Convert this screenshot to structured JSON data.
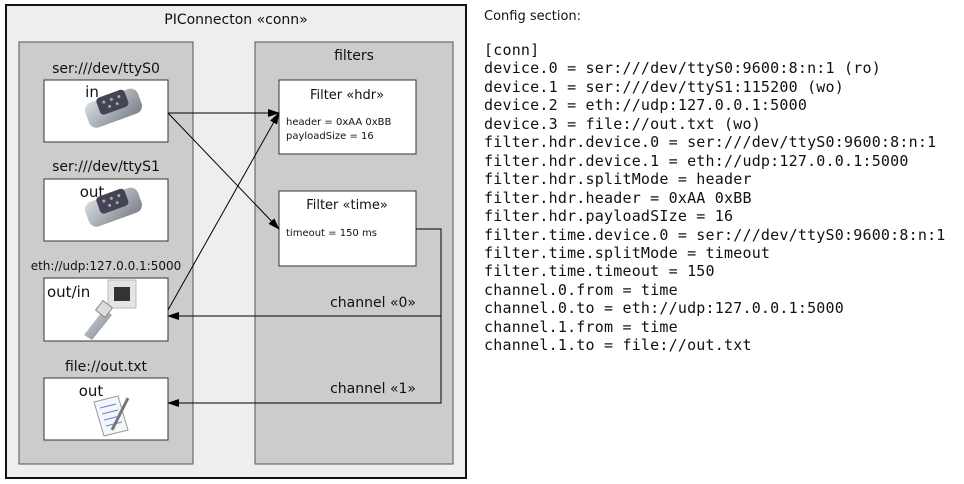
{
  "diagram": {
    "title": "PIConnecton «conn»",
    "filters_label": "filters",
    "devices": [
      {
        "name": "ser:///dev/ttyS0",
        "mode": "in",
        "icon": "serial-port-icon"
      },
      {
        "name": "ser:///dev/ttyS1",
        "mode": "out",
        "icon": "serial-port-icon"
      },
      {
        "name": "eth://udp:127.0.0.1:5000",
        "mode": "out/in",
        "icon": "ethernet-icon"
      },
      {
        "name": "file://out.txt",
        "mode": "out",
        "icon": "text-file-icon"
      }
    ],
    "filters": [
      {
        "title": "Filter «hdr»",
        "params": [
          "header = 0xAA 0xBB",
          "payloadSize = 16"
        ]
      },
      {
        "title": "Filter «time»",
        "params": [
          "timeout = 150 ms"
        ]
      }
    ],
    "channels": [
      "channel «0»",
      "channel «1»"
    ],
    "colors": {
      "outer_bg": "#eeeeee",
      "panel_bg": "#cccccc",
      "box_bg": "#ffffff"
    }
  },
  "config": {
    "heading": "Config section:",
    "lines": [
      "[conn]",
      "device.0 = ser:///dev/ttyS0:9600:8:n:1 (ro)",
      "device.1 = ser:///dev/ttyS1:115200 (wo)",
      "device.2 = eth://udp:127.0.0.1:5000",
      "device.3 = file://out.txt (wo)",
      "filter.hdr.device.0 = ser:///dev/ttyS0:9600:8:n:1",
      "filter.hdr.device.1 = eth://udp:127.0.0.1:5000",
      "filter.hdr.splitMode = header",
      "filter.hdr.header = 0xAA 0xBB",
      "filter.hdr.payloadSIze = 16",
      "filter.time.device.0 = ser:///dev/ttyS0:9600:8:n:1",
      "filter.time.splitMode = timeout",
      "filter.time.timeout = 150",
      "channel.0.from = time",
      "channel.0.to = eth://udp:127.0.0.1:5000",
      "channel.1.from = time",
      "channel.1.to = file://out.txt"
    ]
  }
}
